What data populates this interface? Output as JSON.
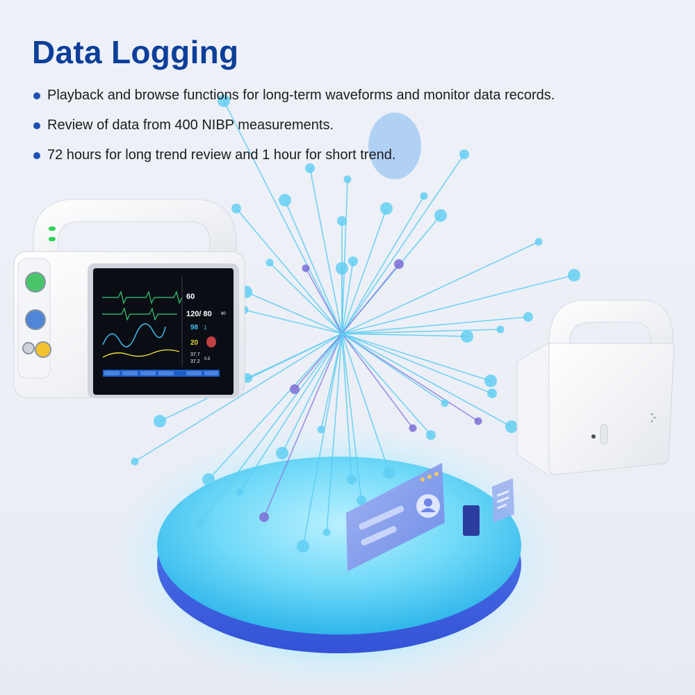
{
  "title": "Data Logging",
  "bullets": [
    "Playback and browse functions for long-term waveforms and monitor data records.",
    "Review of data from 400 NIBP measurements.",
    "72 hours for long trend review and 1 hour for short trend."
  ],
  "monitor_screen": {
    "hr": "60",
    "nibp": "120/ 80",
    "nibp_mean": "90",
    "spo2": "98",
    "spo2_pr": "1",
    "resp": "20",
    "temp1": "37.7",
    "temp2": "37.2",
    "temp_diff": "0.5"
  },
  "colors": {
    "title": "#0d3f9a",
    "bullet_dot": "#1d4fb4",
    "accent_cyan": "#3fc3ee",
    "accent_purple": "#7b6fd6"
  },
  "icons": {
    "bullet": "dot-icon",
    "profile_card": "profile-card-icon",
    "document": "document-icon"
  }
}
